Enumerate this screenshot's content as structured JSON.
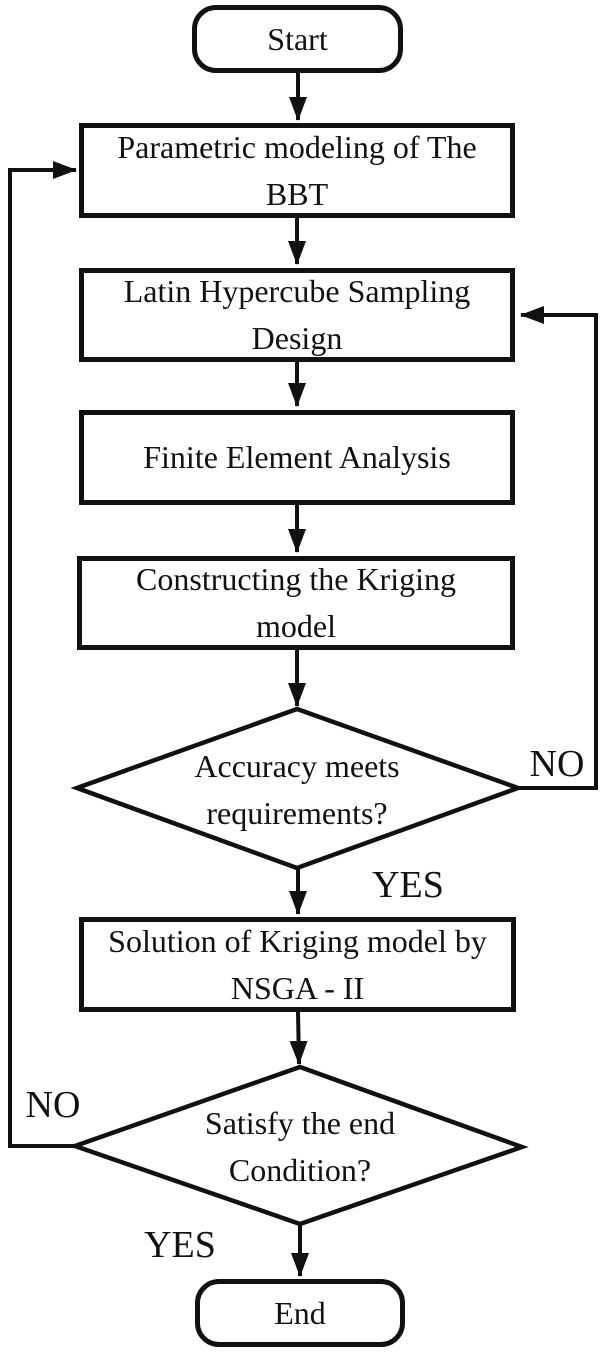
{
  "figure": {
    "background_color": "#ffffff",
    "line_color": "#111111"
  },
  "flowchart": {
    "nodes": {
      "start": {
        "type": "terminator",
        "label": "Start"
      },
      "parametric": {
        "type": "process",
        "label": "Parametric modeling of The BBT",
        "lines": [
          "Parametric modeling of The",
          "BBT"
        ]
      },
      "sampling": {
        "type": "process",
        "label": "Latin Hypercube Sampling Design",
        "lines": [
          "Latin Hypercube Sampling",
          "Design"
        ]
      },
      "fea": {
        "type": "process",
        "label": "Finite Element Analysis"
      },
      "kriging": {
        "type": "process",
        "label": "Constructing the Kriging model",
        "lines": [
          "Constructing the Kriging",
          "model"
        ]
      },
      "accuracy": {
        "type": "decision",
        "label": "Accuracy meets requirements?",
        "lines": [
          "Accuracy meets",
          "requirements?"
        ]
      },
      "nsga": {
        "type": "process",
        "label": "Solution of Kriging model by NSGA - II",
        "lines": [
          "Solution of Kriging model by",
          "NSGA - II"
        ]
      },
      "endcond": {
        "type": "decision",
        "label": "Satisfy the end Condition?",
        "lines": [
          "Satisfy the end",
          "Condition?"
        ]
      },
      "end": {
        "type": "terminator",
        "label": "End"
      }
    },
    "edge_labels": {
      "accuracy_no": "NO",
      "accuracy_yes": "YES",
      "endcond_no": "NO",
      "endcond_yes": "YES"
    }
  }
}
